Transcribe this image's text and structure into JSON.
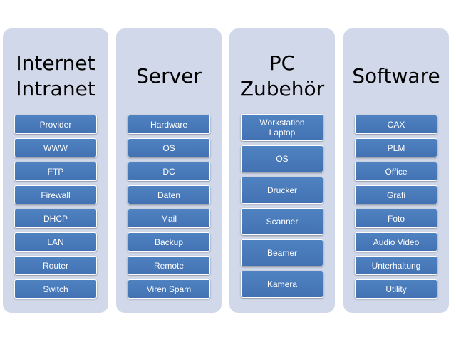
{
  "columns": [
    {
      "title_lines": [
        "Internet",
        "Intranet"
      ],
      "items": [
        "Provider",
        "WWW",
        "FTP",
        "Firewall",
        "DHCP",
        "LAN",
        "Router",
        "Switch"
      ]
    },
    {
      "title_lines": [
        "Server"
      ],
      "items": [
        "Hardware",
        "OS",
        "DC",
        "Daten",
        "Mail",
        "Backup",
        "Remote",
        "Viren Spam"
      ]
    },
    {
      "title_lines": [
        "PC",
        "Zubehör"
      ],
      "items": [
        "Workstation\nLaptop",
        "OS",
        "Drucker",
        "Scanner",
        "Beamer",
        "Kamera"
      ]
    },
    {
      "title_lines": [
        "Software"
      ],
      "items": [
        "CAX",
        "PLM",
        "Office",
        "Grafi",
        "Foto",
        "Audio Video",
        "Unterhaltung",
        "Utility"
      ]
    }
  ],
  "colors": {
    "panel": "#d1d8e9",
    "box": "#4f82c1",
    "box_text": "#ffffff",
    "title_text": "#000000"
  }
}
